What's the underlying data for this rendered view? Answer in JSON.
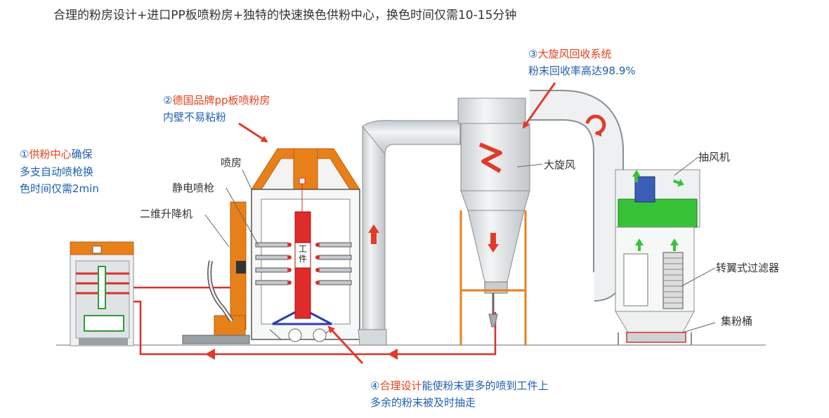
{
  "headline": "合理的粉房设计+进口PP板喷粉房+独特的快速换色供粉中心，换色时间仅需10-15分钟",
  "callouts": {
    "c1": {
      "num": "①",
      "red": "供粉中心",
      "blue_inline": "确保",
      "line2": "多支自动喷枪换",
      "line3": "色时间仅需2min"
    },
    "c2": {
      "num": "②",
      "red": "德国品牌pp板喷粉房",
      "line2": "内壁不易粘粉"
    },
    "c3": {
      "num": "③",
      "red": "大旋风回收系统",
      "line2": "粉末回收率高达98.9%"
    },
    "c4": {
      "num": "④",
      "red": "合理设计",
      "blue_inline": "能使粉末更多的喷到工件上",
      "line2": "多余的粉末被及时抽走"
    }
  },
  "labels": {
    "booth": "喷房",
    "gun": "静电喷枪",
    "lift": "二维升降机",
    "cyclone": "大旋风",
    "fan": "抽风机",
    "filter": "转翼式过滤器",
    "bucket": "集粉桶",
    "workpiece": "工件"
  },
  "colors": {
    "orange": "#e8801a",
    "red": "#e8401c",
    "blue": "#1f5fb0",
    "steel": "#d6d9dc",
    "pipe": "#e7e9ea"
  }
}
